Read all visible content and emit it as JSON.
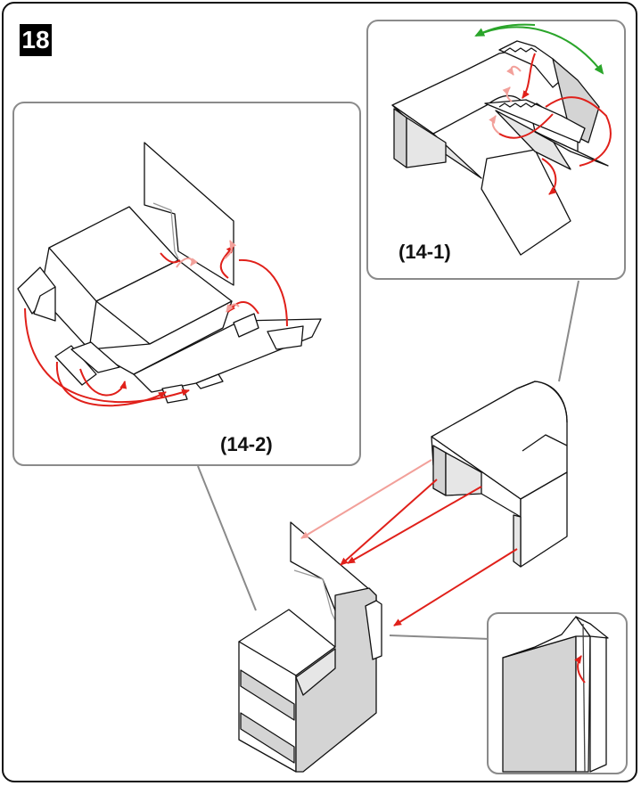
{
  "step": {
    "number": "18"
  },
  "panels": {
    "top_right": {
      "label": "(14-1)"
    },
    "top_left": {
      "label": "(14-2)"
    }
  },
  "colors": {
    "fold_arrow": "#e0201a",
    "fold_arrow_light": "#f2a09a",
    "rotate_arrow": "#2aa52a",
    "panel_border": "#8a8a8a",
    "shade": "#d4d4d4",
    "line": "#111111"
  }
}
